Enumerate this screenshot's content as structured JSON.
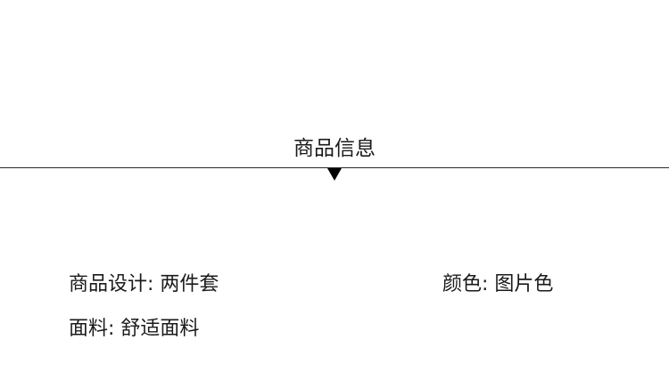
{
  "section": {
    "title": "商品信息"
  },
  "fields": {
    "design": {
      "label": "商品设计:",
      "value": "两件套"
    },
    "color": {
      "label": "颜色:",
      "value": "图片色"
    },
    "fabric": {
      "label": "面料:",
      "value": "舒适面料"
    }
  }
}
